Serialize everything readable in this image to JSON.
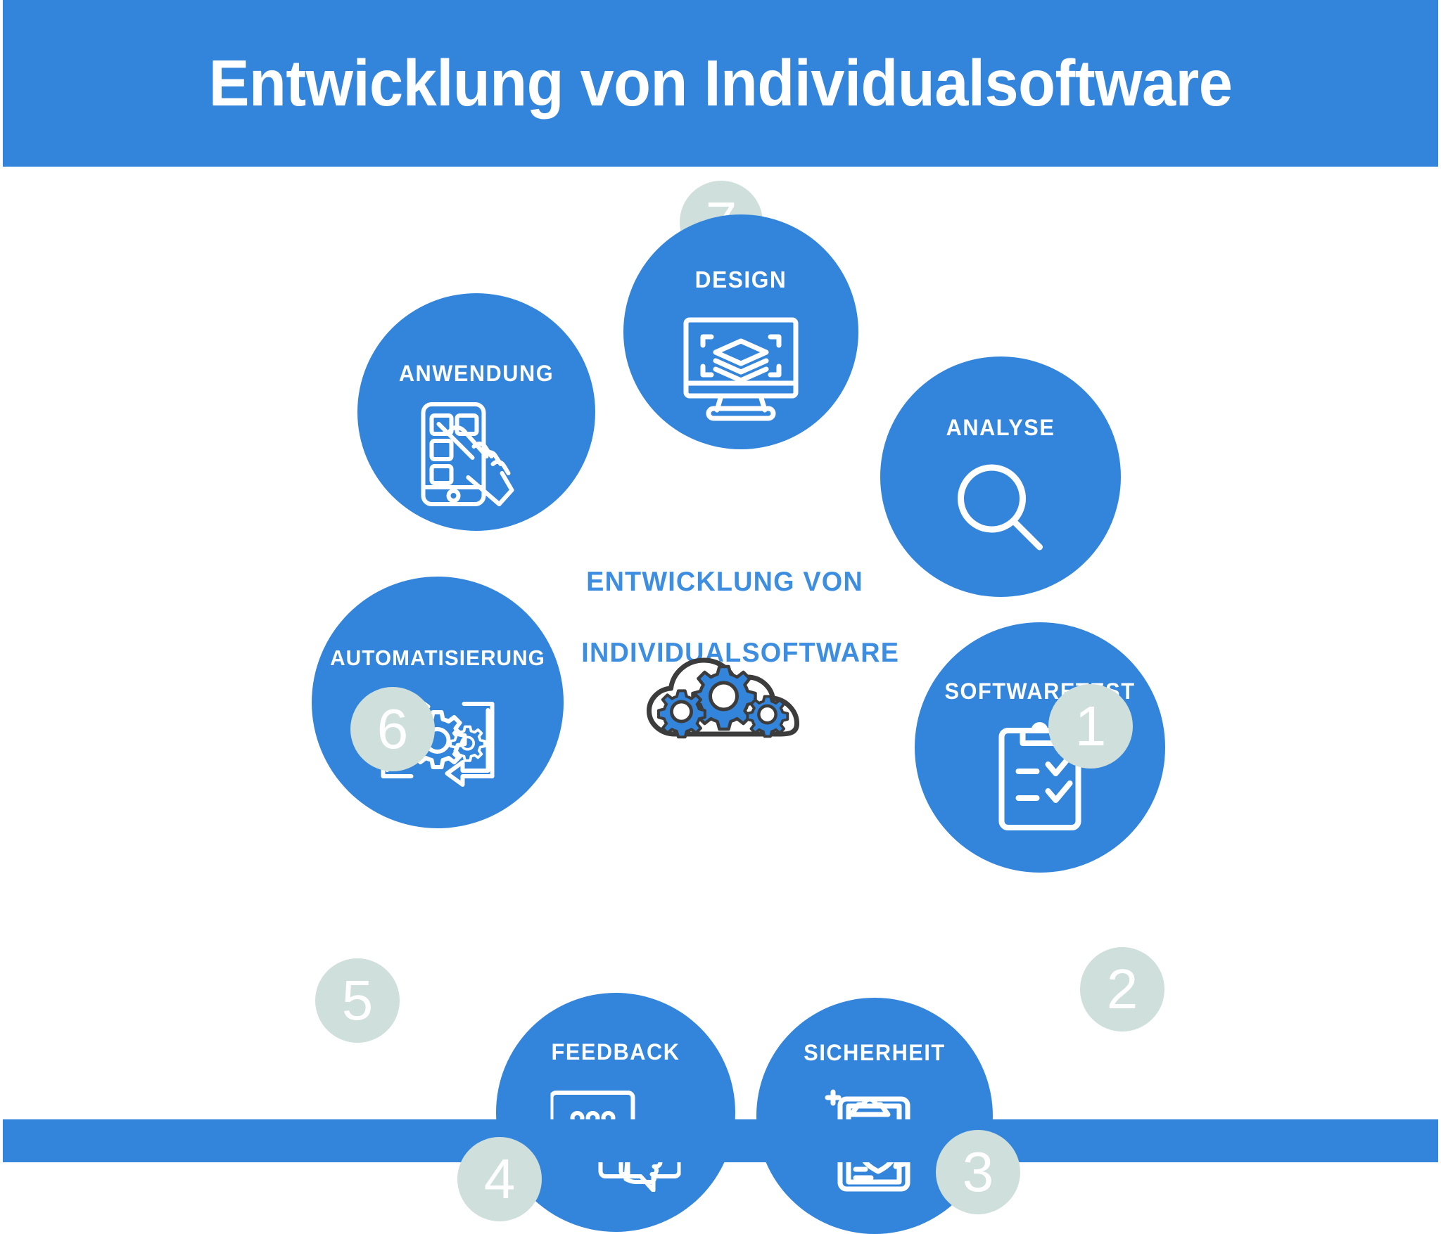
{
  "poster": {
    "title": "Entwicklung von Individualsoftware",
    "background_color": "#ffffff",
    "band_color": "#3385dc",
    "accent_blue": "#3385dc",
    "badge_color": "#cfdfdb",
    "label_color": "#ffffff",
    "center_text_color": "#3d8ee0"
  },
  "center": {
    "line1": "ENTWICKLUNG VON",
    "line2": "INDIVIDUALSOFTWARE",
    "icon": "cloud-gears-icon"
  },
  "steps": [
    {
      "number": "1",
      "label": "ANALYSE",
      "icon": "magnifying-glass-icon",
      "icon_alt": "Lupe"
    },
    {
      "number": "2",
      "label": "SOFTWARETEST",
      "icon": "clipboard-checklist-icon",
      "icon_alt": "Klemmbrett mit Haken"
    },
    {
      "number": "3",
      "label": "SICHERHEIT",
      "icon": "clipboard-shield-icon",
      "icon_alt": "Klemmbrett mit Schild und Stift"
    },
    {
      "number": "4",
      "label": "FEEDBACK",
      "icon": "speech-bubbles-thumbsup-icon",
      "icon_alt": "Sprechblasen mit Daumen hoch"
    },
    {
      "number": "5",
      "label": "AUTOMATISIERUNG",
      "icon": "gears-cycle-icon",
      "icon_alt": "Zahnrader mit Kreislaufpfeilen"
    },
    {
      "number": "6",
      "label": "ANWENDUNG",
      "icon": "smartphone-tap-icon",
      "icon_alt": "Smartphone mit tippender Hand"
    },
    {
      "number": "7",
      "label": "DESIGN",
      "icon": "monitor-layers-icon",
      "icon_alt": "Monitor mit Ebenen"
    }
  ]
}
